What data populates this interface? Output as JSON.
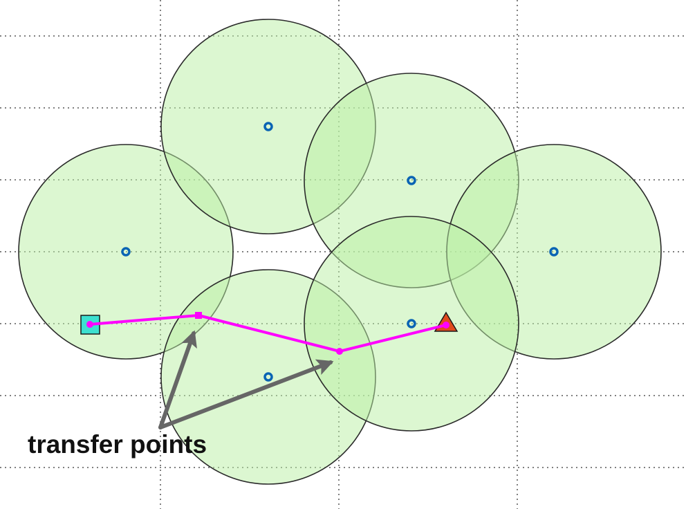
{
  "annotation": {
    "label": "transfer points"
  },
  "colors": {
    "background": "#ffffff",
    "grid": "#555555",
    "coverage_fill": "#b9f0a4",
    "coverage_stroke": "#2a2a2a",
    "station": "#0a64b4",
    "path": "#ff00ff",
    "start_marker": "#3de0d0",
    "goal_marker": "#e04a1e",
    "arrow": "#666666",
    "text": "#111111"
  },
  "icons": {
    "start": "square-marker",
    "goal": "triangle-marker",
    "station": "ring-marker"
  }
}
